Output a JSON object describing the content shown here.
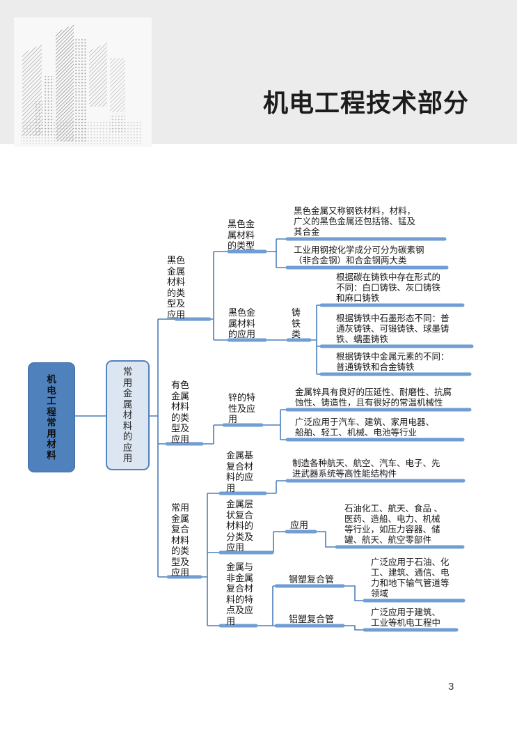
{
  "header": {
    "title": "机电工程技术部分"
  },
  "footer": {
    "page_number": "3"
  },
  "colors": {
    "header_bg": "#ececec",
    "root_fill": "#4f81bd",
    "hub_fill": "#dce6f2",
    "hub_border": "#4f81bd",
    "connector_line": "#4a7ebb",
    "underline_bar": "#6f9dd4"
  },
  "mindmap": {
    "root": {
      "label": "机\n电\n工\n程\n常\n用\n材\n料"
    },
    "hub": {
      "label": "常\n用\n金\n属\n材\n料\n的\n应\n用"
    },
    "branches": [
      {
        "label": "黑色\n金属\n材料\n的类\n型及\n应用",
        "children": [
          {
            "label": "黑色金\n属材料\n的类型",
            "leaves": [
              "黑色金属又称钢铁材料，材料，\n广义的黑色金属还包括铬、锰及\n其合金",
              "工业用钢按化学成分可分为碳素钢\n（非合金钢）和合金钢两大类"
            ]
          },
          {
            "label": "黑色金\n属材料\n的应用",
            "children": [
              {
                "label": "铸\n铁\n类",
                "leaves": [
                  "根据碳在铸铁中存在形式的\n不同：白口铸铁、灰口铸铁\n和麻口铸铁",
                  "根据铸铁中石墨形态不同：普\n通灰铸铁、可锻铸铁、球墨铸\n铁、蠕墨铸铁",
                  "根据铸铁中金属元素的不同：\n普通铸铁和合金铸铁"
                ]
              }
            ]
          }
        ]
      },
      {
        "label": "有色\n金属\n材料\n的类\n型及\n应用",
        "children": [
          {
            "label": "锌的特\n性及应\n用",
            "leaves": [
              "金属锌具有良好的压延性、耐磨性、抗腐\n蚀性、铸造性，且有很好的常温机械性",
              "广泛应用于汽车、建筑、家用电器、\n船舶、轻工、机械、电池等行业"
            ]
          }
        ]
      },
      {
        "label": "常用\n金属\n复合\n材料\n的类\n型及\n应用",
        "children": [
          {
            "label": "金属基\n复合材\n料的应\n用",
            "leaves": [
              "制造各种航天、航空、汽车、电子、先\n进武器系统等高性能结构件"
            ]
          },
          {
            "label": "金属层\n状复合\n材料的\n分类及\n应用",
            "children": [
              {
                "label": "应用",
                "leaves": [
                  "石油化工、航天、食品 、\n医药、造船、电力、机械\n等行业，如压力容器、储\n罐、航天、航空零部件"
                ]
              }
            ]
          },
          {
            "label": "金属与\n非金属\n复合材\n料的特\n点及应\n用",
            "children": [
              {
                "label": "钢塑复合管",
                "leaves": [
                  "广泛应用于石油、化\n工、建筑、通信、电\n力和地下输气管道等\n领域"
                ]
              },
              {
                "label": "铝塑复合管",
                "leaves": [
                  "广泛应用于建筑、\n工业等机电工程中"
                ]
              }
            ]
          }
        ]
      }
    ]
  }
}
